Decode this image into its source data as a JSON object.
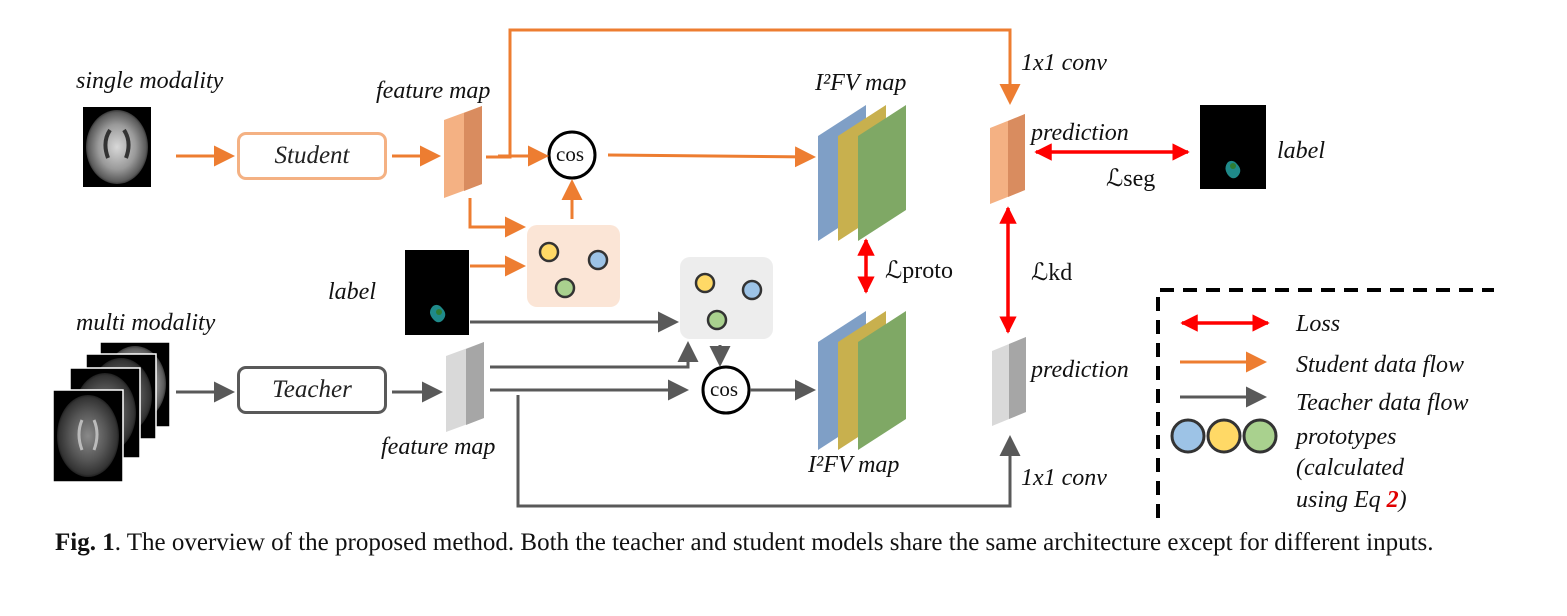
{
  "labels": {
    "single_modality": "single modality",
    "multi_modality": "multi modality",
    "student": "Student",
    "teacher": "Teacher",
    "feature_map_top": "feature map",
    "feature_map_bottom": "feature map",
    "label_left": "label",
    "label_right": "label",
    "cos_top": "cos",
    "cos_bottom": "cos",
    "i2fv_top": "I²FV map",
    "i2fv_bottom": "I²FV map",
    "conv_top": "1x1 conv",
    "conv_bottom": "1x1 conv",
    "prediction_top": "prediction",
    "prediction_bottom": "prediction",
    "l_seg": "ℒseg",
    "l_proto": "ℒproto",
    "l_kd": "ℒkd"
  },
  "legend": {
    "loss": "Loss",
    "student_flow": "Student data flow",
    "teacher_flow": "Teacher data flow",
    "prototypes_line1": "prototypes",
    "prototypes_line2": "(calculated",
    "prototypes_line3": "using Eq",
    "eq_ref": "2",
    "prototypes_close": ")"
  },
  "caption": {
    "fig_label": "Fig. 1",
    "text": ".  The overview of the proposed method.  Both the teacher and student models share the same architecture except for different inputs."
  },
  "colors": {
    "student_orange": "#ed7d31",
    "teacher_gray": "#595959",
    "loss_red": "#ff0000",
    "proto_blue": "#9dc3e6",
    "proto_yellow": "#ffd966",
    "proto_green": "#a9d18e",
    "map_blue": "#7f9fc6",
    "map_yellow": "#c8b04e",
    "map_green": "#7fa865",
    "eq_red": "#e00000"
  }
}
